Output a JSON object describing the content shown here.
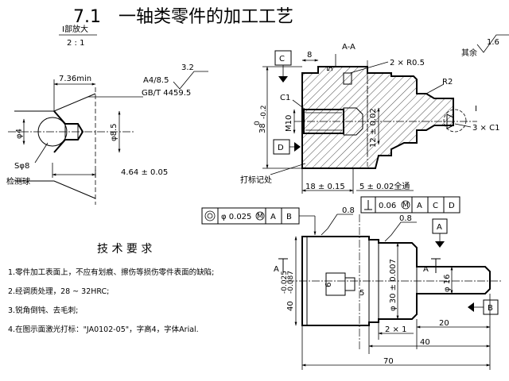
{
  "page": {
    "title": "7.1　一轴类零件的加工工艺"
  },
  "detail_view": {
    "label": "I部放大",
    "scale": "2 : 1",
    "dim_depth": "7.36min",
    "center_hole_spec_1": "A4/8.5",
    "center_hole_spec_2": "GB/T 4459.5",
    "roughness": "3.2",
    "dim_diameter_4": "φ4",
    "dim_diameter_8_5": "φ8.5",
    "dim_sphere": "Sφ8",
    "dim_length": "4.64 ± 0.05",
    "note_ball": "检测球"
  },
  "section_view": {
    "label": "A-A",
    "datum_c": "C",
    "datum_d": "D",
    "dim_8": "8",
    "dim_5": "5",
    "dim_r05": "2 × R0.5",
    "dim_r2": "R2",
    "dim_c1": "C1",
    "dim_m10": "M10",
    "dim_38": "38",
    "tol_38_upper": "0",
    "tol_38_lower": "-0.2",
    "dim_12": "12 ± 0.02",
    "dim_3c1": "3 × C1",
    "label_i": "I",
    "mark_note": "打标记处",
    "dim_18": "18 ± 0.15",
    "dim_5_through": "5 ± 0.02全通"
  },
  "surface_other": {
    "label": "其余",
    "value": "1.6"
  },
  "fcf_coaxial": {
    "value": "φ 0.025",
    "modifier": "M",
    "datum_1": "A",
    "datum_2": "B"
  },
  "fcf_perpendicular": {
    "value": "0.06",
    "modifier": "M",
    "datum_1": "A",
    "datum_2": "C",
    "datum_3": "D"
  },
  "main_view": {
    "roughness_1": "0.8",
    "roughness_2": "0.8",
    "datum_a": "A",
    "datum_b": "B",
    "section_a": "A",
    "dim_40": "40",
    "tol_40_upper": "-0.025",
    "tol_40_lower": "-0.087",
    "dim_6": "6",
    "dim_5": "5",
    "dim_30": "φ 30 ± 0.007",
    "dim_16": "φ 16",
    "dim_2x1": "2 × 1",
    "dim_20": "20",
    "dim_len_40": "40",
    "dim_70": "70"
  },
  "tech_req": {
    "title": "技 术 要 求",
    "items": [
      "1.零件加工表面上，不应有划痕、擦伤等损伤零件表面的缺陷;",
      "2.经调质处理，28 ~ 32HRC;",
      "3.锐角倒钝、去毛刺;",
      "4.在图示面激光打标：\"JA0102-05\"，字高4，字体Arial."
    ]
  }
}
